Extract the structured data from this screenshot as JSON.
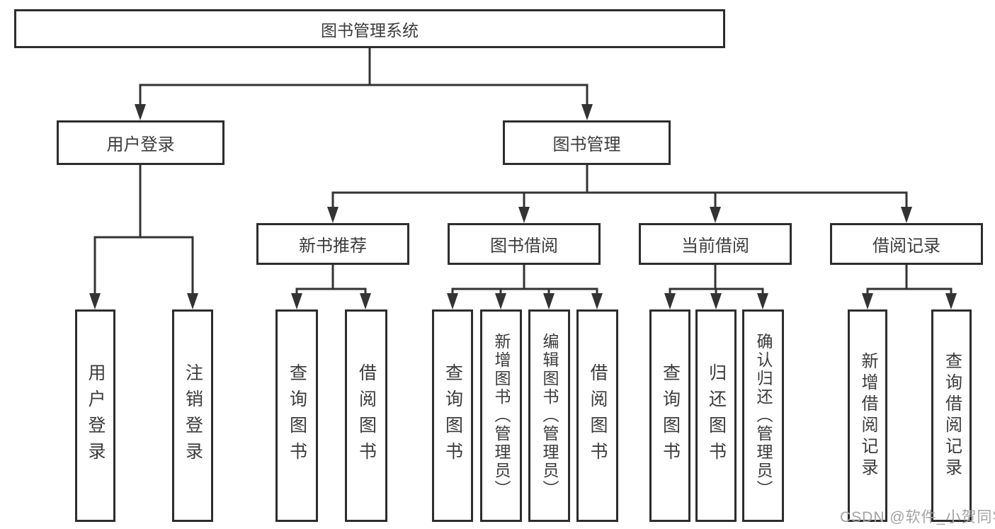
{
  "tree": {
    "label": "图书管理系统",
    "children": [
      {
        "label": "用户登录",
        "children": [
          {
            "label": "用户登录"
          },
          {
            "label": "注销登录"
          }
        ]
      },
      {
        "label": "图书管理",
        "children": [
          {
            "label": "新书推荐",
            "children": [
              {
                "label": "查询图书"
              },
              {
                "label": "借阅图书"
              }
            ]
          },
          {
            "label": "图书借阅",
            "children": [
              {
                "label": "查询图书"
              },
              {
                "label": "新增图书（管理员）"
              },
              {
                "label": "编辑图书（管理员）"
              },
              {
                "label": "借阅图书"
              }
            ]
          },
          {
            "label": "当前借阅",
            "children": [
              {
                "label": "查询图书"
              },
              {
                "label": "归还图书"
              },
              {
                "label": "确认归还（管理员）"
              }
            ]
          },
          {
            "label": "借阅记录",
            "children": [
              {
                "label": "新增借阅记录"
              },
              {
                "label": "查询借阅记录"
              }
            ]
          }
        ]
      }
    ]
  },
  "watermark": {
    "text": "CSDN @软件_小贺同学"
  },
  "colors": {
    "box_border": "#2d2d2d",
    "connector": "#333333",
    "text": "#3b3b3b",
    "watermark_text": "#a3a3a3",
    "background": "#ffffff"
  }
}
